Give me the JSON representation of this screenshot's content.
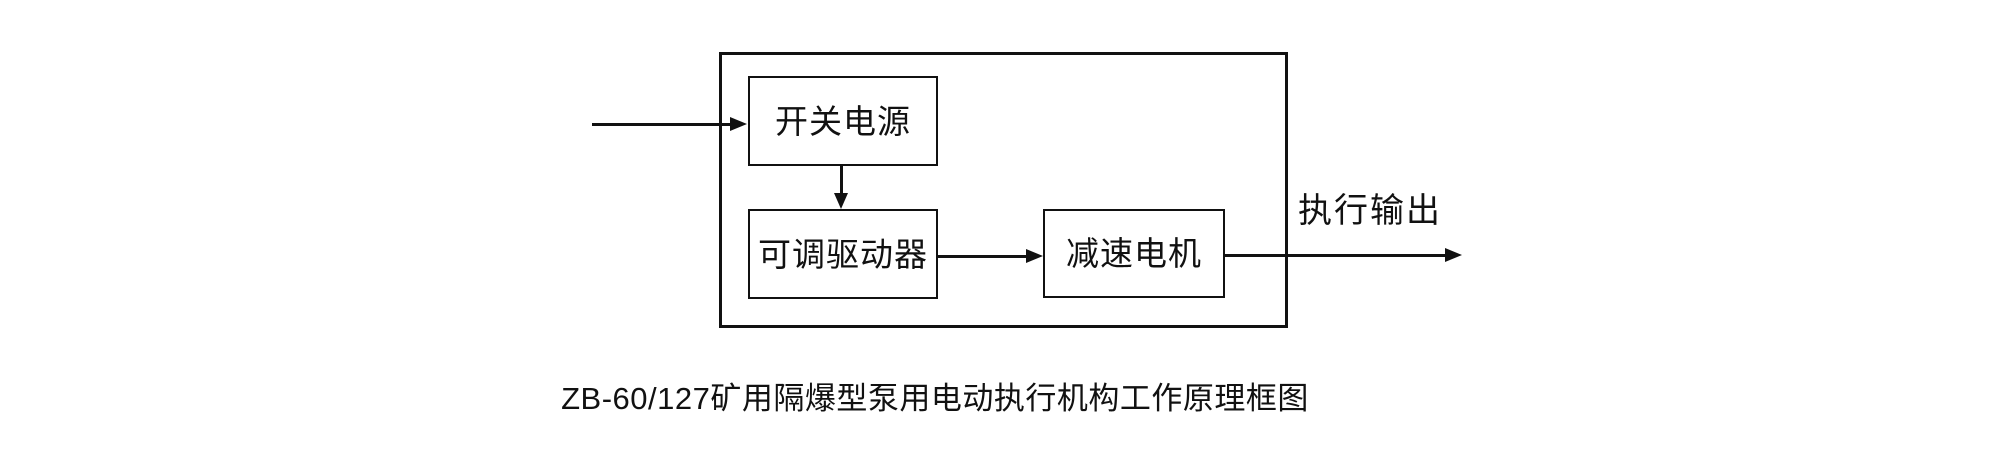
{
  "diagram": {
    "blocks": {
      "power": "开关电源",
      "driver": "可调驱动器",
      "motor": "减速电机"
    },
    "output_label": "执行输出",
    "caption": "ZB-60/127矿用隔爆型泵用电动执行机构工作原理框图",
    "colors": {
      "line": "#111111",
      "background": "#ffffff"
    }
  }
}
